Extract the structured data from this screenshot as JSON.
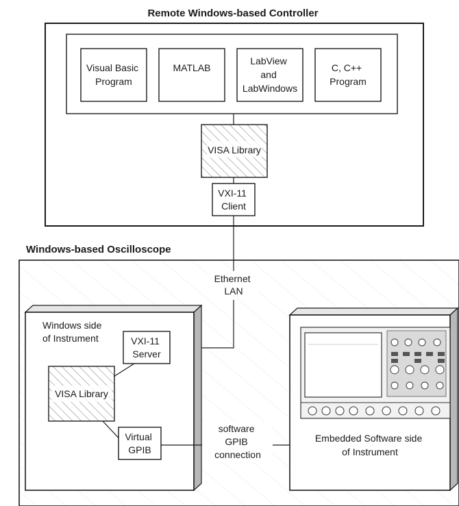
{
  "controller": {
    "title": "Remote Windows-based Controller",
    "programs": [
      [
        "Visual Basic",
        "Program"
      ],
      [
        "MATLAB"
      ],
      [
        "LabView",
        "and",
        "LabWindows"
      ],
      [
        "C, C++",
        "Program"
      ]
    ],
    "visa_library": "VISA Library",
    "vxi_client": [
      "VXI-11",
      "Client"
    ]
  },
  "oscilloscope": {
    "title": "Windows-based Oscilloscope",
    "ethernet": [
      "Ethernet",
      "LAN"
    ],
    "windows_side": {
      "label": [
        "Windows side",
        "of Instrument"
      ],
      "vxi_server": [
        "VXI-11",
        "Server"
      ],
      "visa_library": "VISA Library",
      "virtual_gpib": [
        "Virtual",
        "GPIB"
      ]
    },
    "gpib_connection": [
      "software",
      "GPIB",
      "connection"
    ],
    "embedded_side": {
      "label": [
        "Embedded Software side",
        "of Instrument"
      ]
    }
  }
}
